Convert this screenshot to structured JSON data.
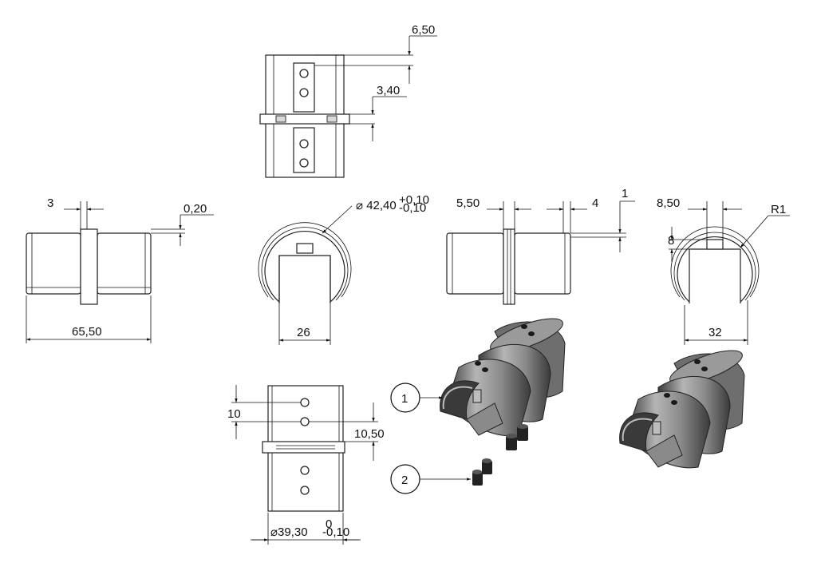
{
  "dimensions": {
    "top_view_offset": "6,50",
    "top_view_gap": "3,40",
    "side_collar_width": "3",
    "side_collar_step": "0,20",
    "side_length": "65,50",
    "front_diameter": "⌀ 42,40",
    "front_diameter_tol_upper": "+0,10",
    "front_diameter_tol_lower": "-0,10",
    "front_opening": "26",
    "side2_left": "5,50",
    "side2_right": "4",
    "side2_step": "1",
    "end_slot": "8,50",
    "end_radius": "R1",
    "end_depth": "8",
    "end_width": "32",
    "bottom_hole_pitch": "10",
    "bottom_offset": "10,50",
    "bottom_diameter": "⌀39,30",
    "bottom_diameter_tol_upper": "0",
    "bottom_diameter_tol_lower": "-0,10"
  },
  "balloons": {
    "connector": "1",
    "set_screws": "2"
  },
  "colors": {
    "line": "#111111",
    "metal": "#7a7a7a",
    "metal_dark": "#3a3a3a",
    "metal_light": "#b5b5b5",
    "screw": "#222222"
  }
}
